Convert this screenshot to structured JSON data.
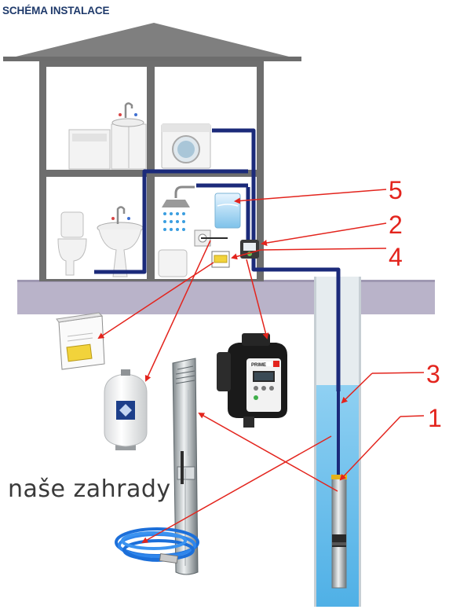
{
  "header": {
    "title": "SCHÉMA INSTALACE"
  },
  "callouts": [
    {
      "id": "5",
      "label": "5"
    },
    {
      "id": "2",
      "label": "2"
    },
    {
      "id": "4",
      "label": "4"
    },
    {
      "id": "3",
      "label": "3"
    },
    {
      "id": "1",
      "label": "1"
    }
  ],
  "controller": {
    "brand": "PRIME"
  },
  "watermark": "naše zahrady",
  "colors": {
    "pipe": "#1b2a7a",
    "callout": "#e3241d",
    "water": "#6ec0ea",
    "roof": "#7f7f7f",
    "ground": "#b9b3c9",
    "header": "#1f3a6b"
  },
  "icons": [
    "shower-icon",
    "washing-machine-icon",
    "toilet-icon",
    "sink-icon",
    "pressure-tank-icon",
    "submersible-pump-icon",
    "control-box-icon",
    "frequency-controller-icon",
    "cable-coil-icon"
  ]
}
